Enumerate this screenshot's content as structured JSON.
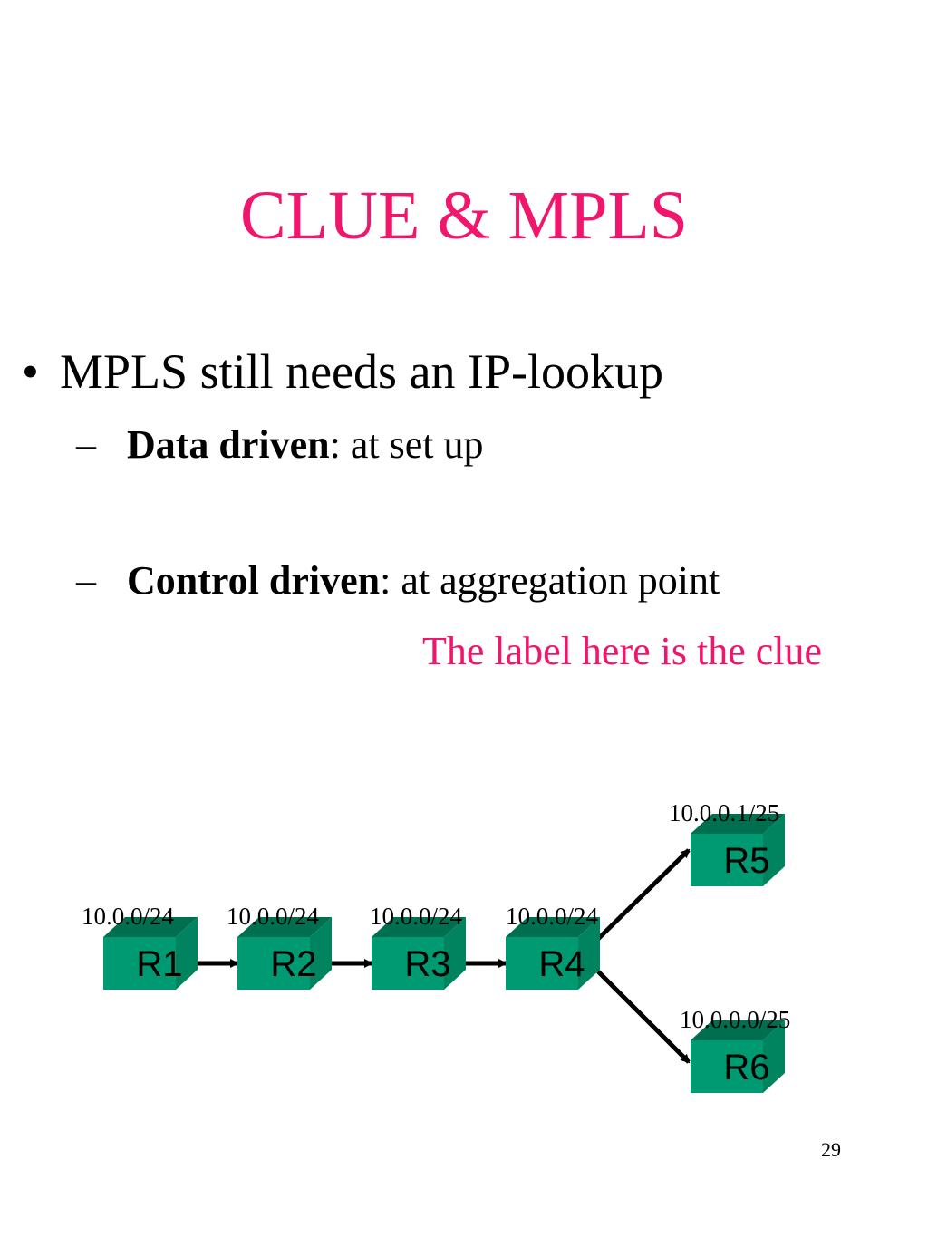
{
  "slide": {
    "title": "CLUE & MPLS",
    "bullet": {
      "marker": "•",
      "text": "MPLS still needs an IP-lookup"
    },
    "subitems": [
      {
        "marker": "–",
        "bold": "Data driven",
        "rest": ": at set up"
      },
      {
        "marker": "–",
        "bold": "Control driven",
        "rest": ": at aggregation point"
      }
    ],
    "clue_note": "The label here is the clue",
    "page_number": "29"
  },
  "diagram": {
    "routers": [
      {
        "id": "R1",
        "label": "R1",
        "address": "10.0.0/24"
      },
      {
        "id": "R2",
        "label": "R2",
        "address": "10.0.0/24"
      },
      {
        "id": "R3",
        "label": "R3",
        "address": "10.0.0/24"
      },
      {
        "id": "R4",
        "label": "R4",
        "address": "10.0.0/24"
      },
      {
        "id": "R5",
        "label": "R5",
        "address": "10.0.0.1/25"
      },
      {
        "id": "R6",
        "label": "R6",
        "address": "10.0.0.0/25"
      }
    ],
    "links": [
      {
        "from": "R1",
        "to": "R2"
      },
      {
        "from": "R2",
        "to": "R3"
      },
      {
        "from": "R3",
        "to": "R4"
      },
      {
        "from": "R4",
        "to": "R5"
      },
      {
        "from": "R4",
        "to": "R6"
      }
    ],
    "colors": {
      "router_front": "#009a72",
      "router_top": "#006f50",
      "router_side": "#00845f",
      "accent_pink": "#f0166b"
    }
  }
}
